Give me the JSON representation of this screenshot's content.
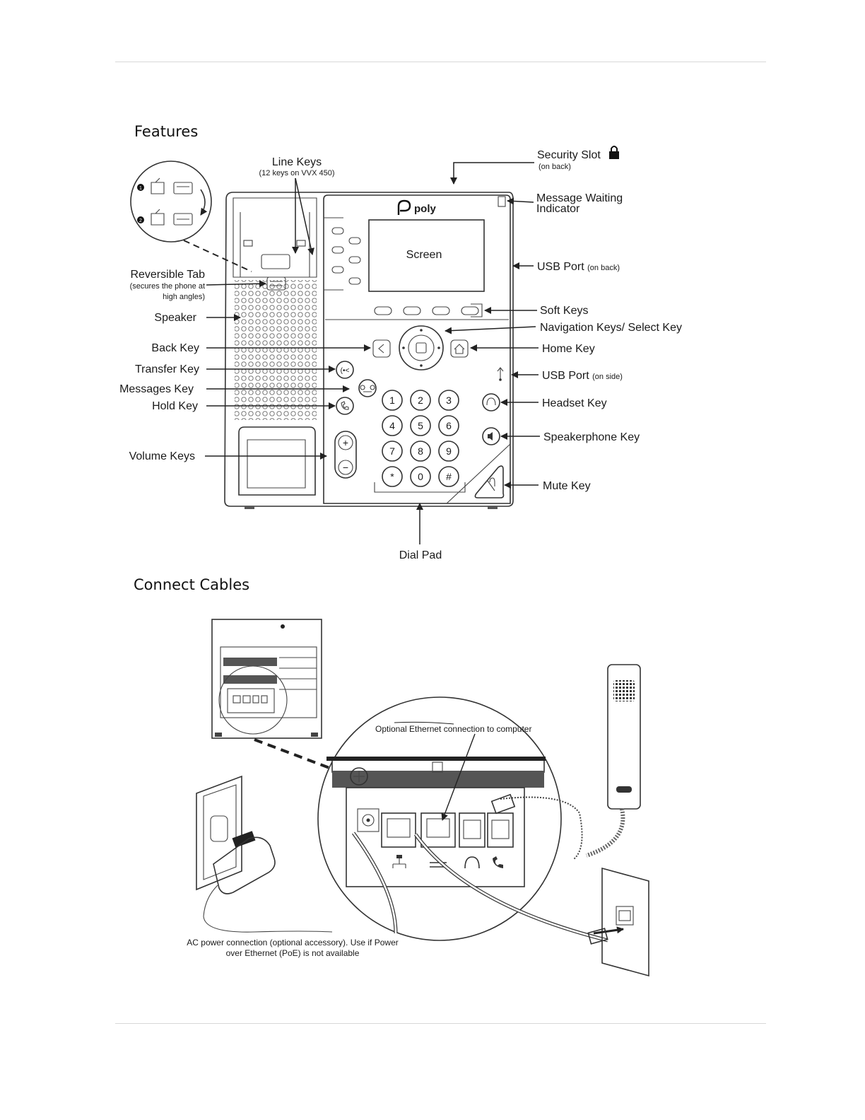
{
  "sections": {
    "features_title": "Features",
    "cables_title": "Connect Cables"
  },
  "features": {
    "line_keys": "Line Keys",
    "line_keys_note": "(12 keys on VVX 450)",
    "security_slot": "Security Slot",
    "security_slot_note": "(on back)",
    "message_waiting_1": "Message Waiting",
    "message_waiting_2": "Indicator",
    "usb_port_back": "USB Port",
    "usb_port_back_note": "(on back)",
    "reversible_tab": "Reversible Tab",
    "reversible_tab_note_1": "(secures the phone at",
    "reversible_tab_note_2": "high angles)",
    "speaker": "Speaker",
    "soft_keys": "Soft Keys",
    "navigation_keys": "Navigation Keys/ Select Key",
    "back_key": "Back Key",
    "home_key": "Home Key",
    "transfer_key": "Transfer Key",
    "usb_port_side": "USB Port",
    "usb_port_side_note": "(on side)",
    "messages_key": "Messages Key",
    "hold_key": "Hold Key",
    "headset_key": "Headset Key",
    "speakerphone_key": "Speakerphone Key",
    "volume_keys": "Volume Keys",
    "mute_key": "Mute Key",
    "dial_pad": "Dial Pad",
    "screen": "Screen",
    "brand": "poly",
    "tab_step_1": "1",
    "tab_step_2": "2",
    "dial_keys": [
      "1",
      "2",
      "3",
      "4",
      "5",
      "6",
      "7",
      "8",
      "9",
      "*",
      "0",
      "#"
    ],
    "volume_plus": "+",
    "volume_minus": "−"
  },
  "cables": {
    "ethernet_note": "Optional Ethernet connection to computer",
    "ac_note_1": "AC power connection (optional accessory). Use if Power",
    "ac_note_2": "over Ethernet (PoE) is not available"
  },
  "icons": [
    "lock-icon",
    "usb-icon",
    "home-icon",
    "back-icon",
    "select-icon",
    "transfer-icon",
    "messages-icon",
    "hold-icon",
    "headset-icon",
    "speakerphone-icon",
    "mute-icon",
    "network-icon",
    "computer-port-icon",
    "handset-port-icon"
  ]
}
